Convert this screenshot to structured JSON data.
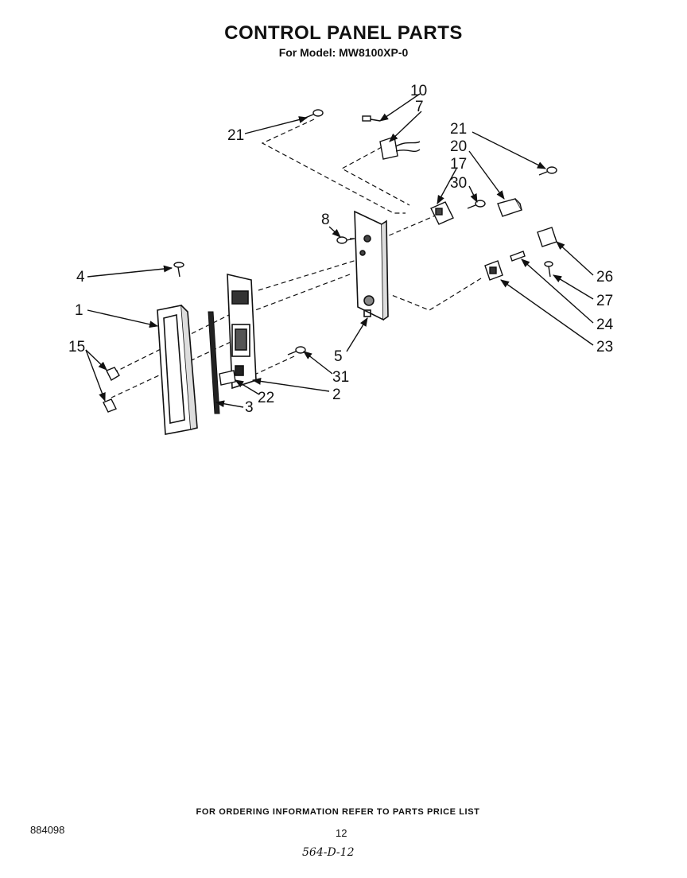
{
  "header": {
    "title": "CONTROL PANEL PARTS",
    "model_line": "For Model: MW8100XP-0"
  },
  "callouts": {
    "c1": "1",
    "c2": "2",
    "c3": "3",
    "c4": "4",
    "c5": "5",
    "c7": "7",
    "c8": "8",
    "c10": "10",
    "c15": "15",
    "c17": "17",
    "c20": "20",
    "c21a": "21",
    "c21b": "21",
    "c22": "22",
    "c23": "23",
    "c24": "24",
    "c26": "26",
    "c27": "27",
    "c30": "30",
    "c31": "31"
  },
  "footer": {
    "ordering_note": "FOR ORDERING INFORMATION REFER TO PARTS PRICE LIST",
    "doc_number": "884098",
    "page_number": "12",
    "handwritten_ref": "564-D-12"
  }
}
